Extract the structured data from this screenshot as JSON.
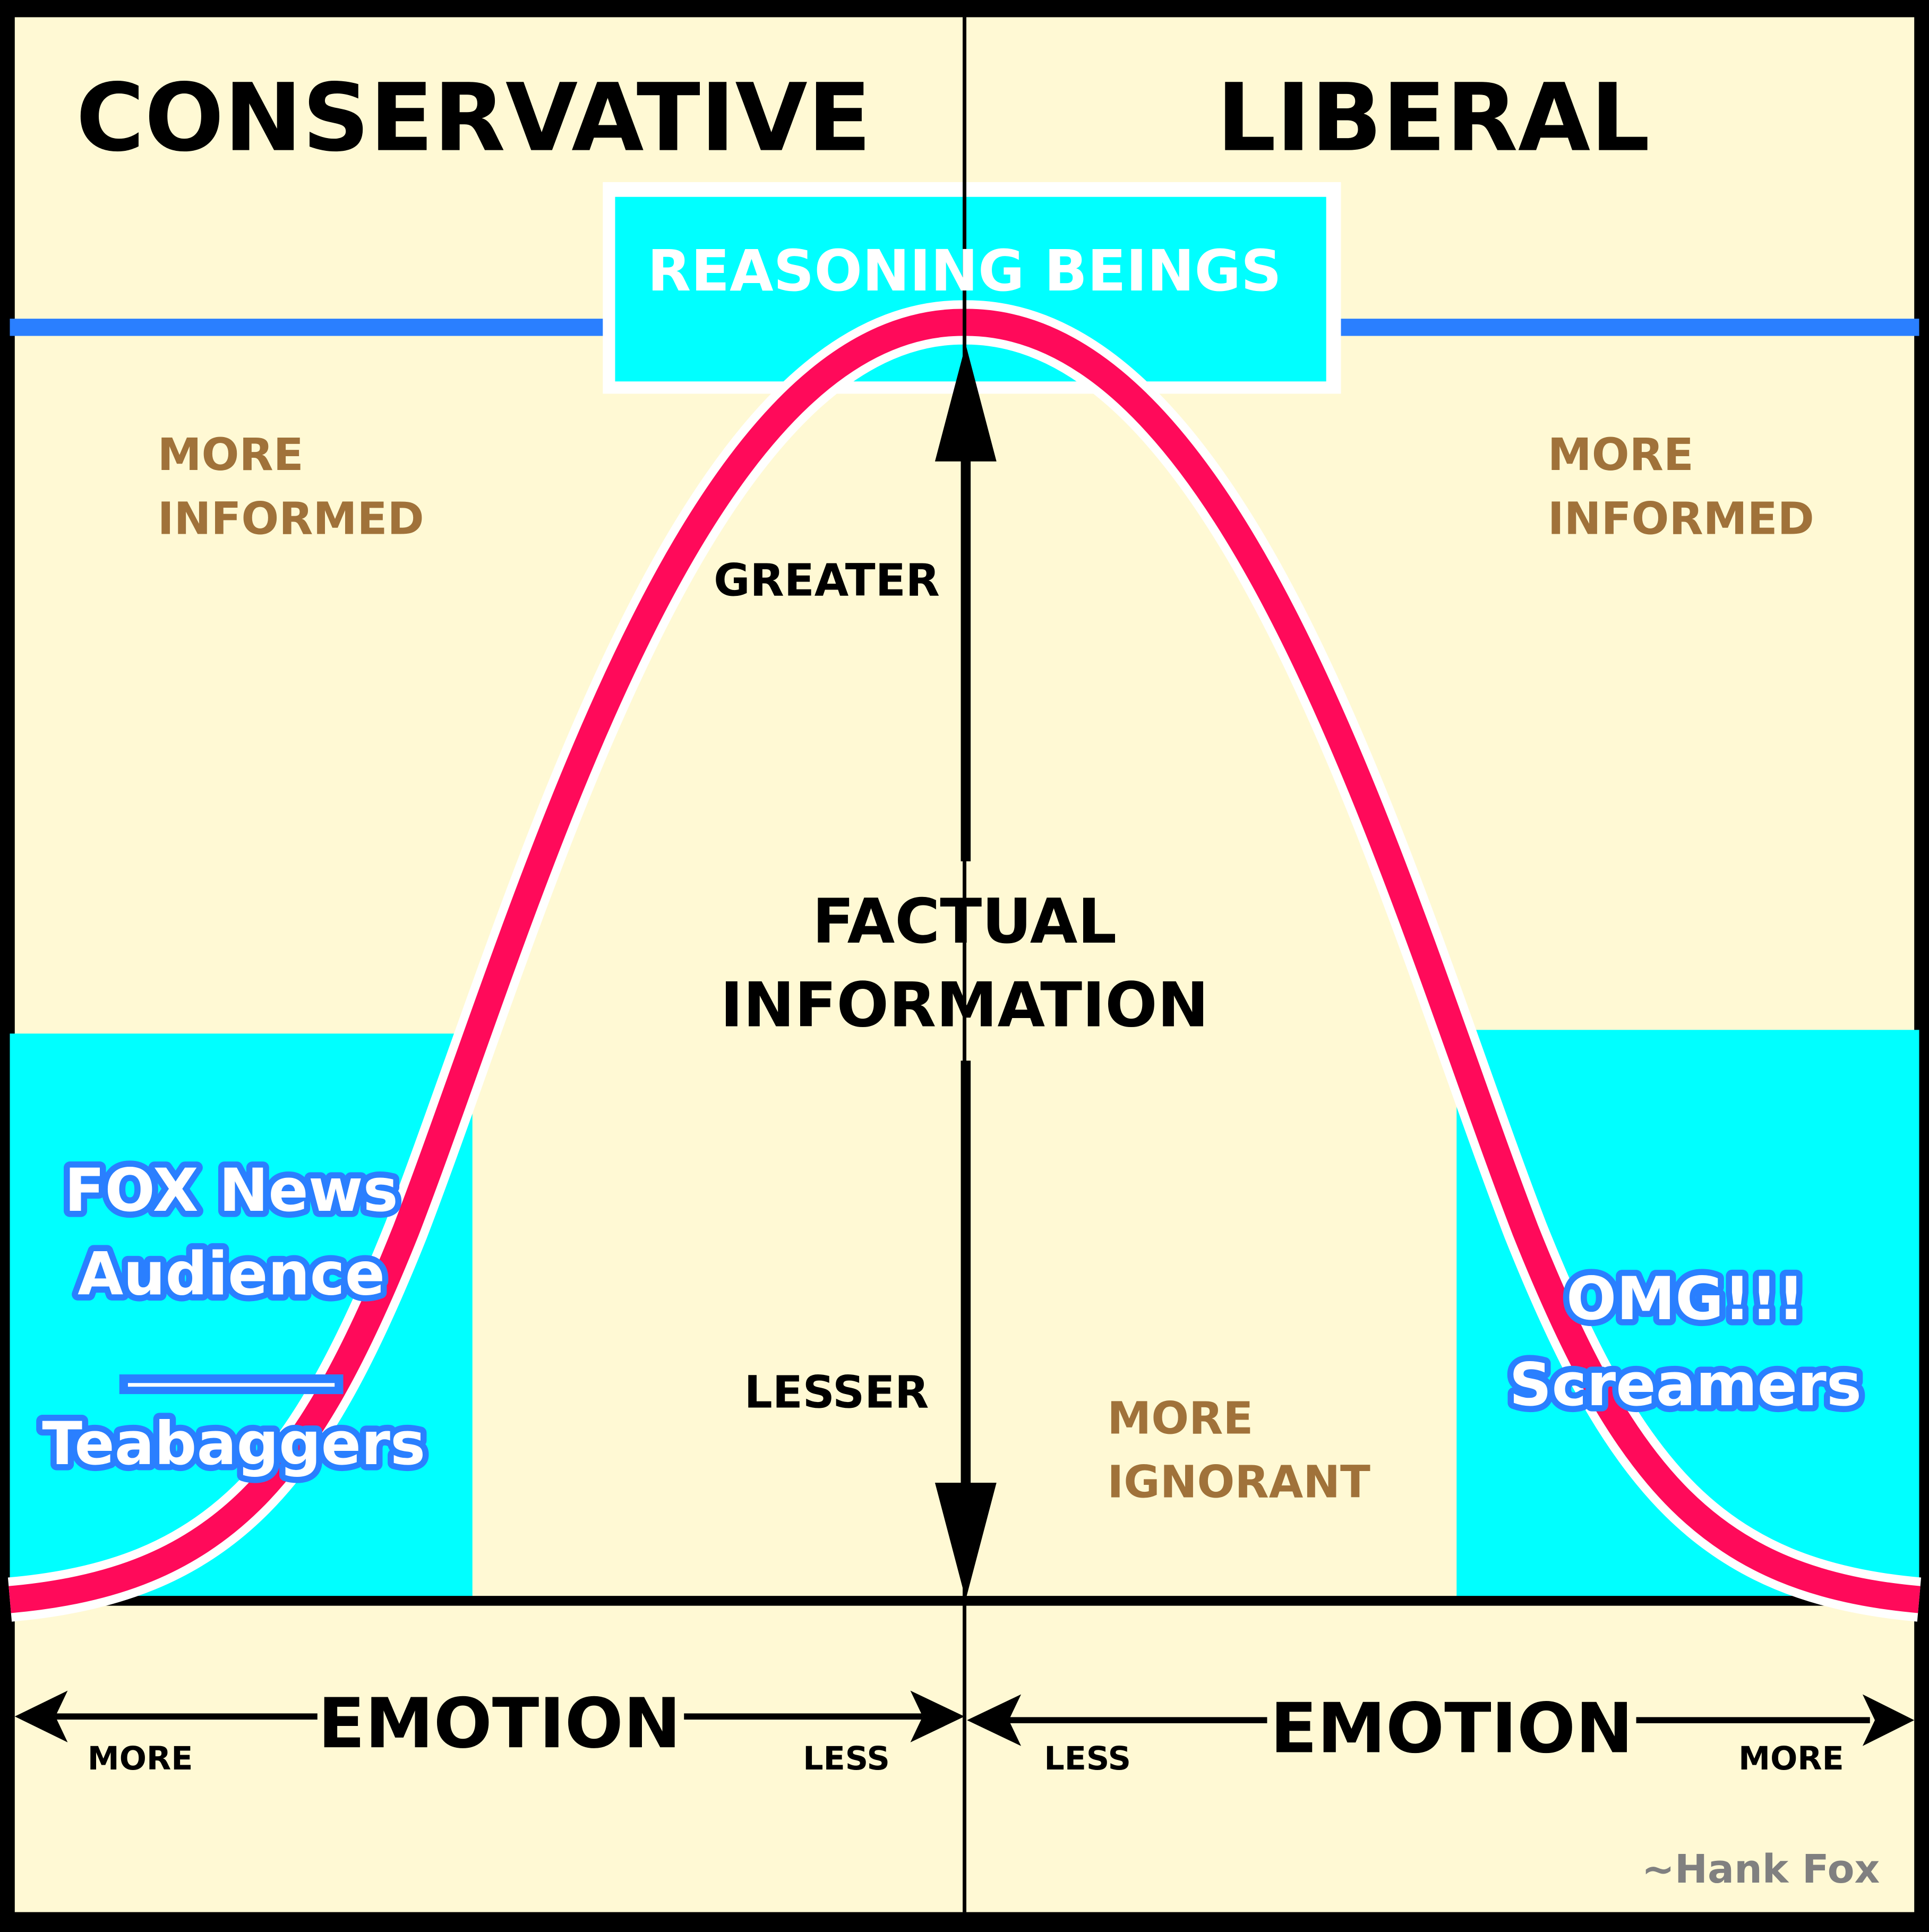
{
  "chart_data": {
    "type": "diagram",
    "title": "",
    "curve": "bell curve (normal distribution) peaking at center",
    "axes": {
      "horizontal": {
        "label_left": "EMOTION",
        "label_right": "EMOTION",
        "left_ends": [
          "MORE",
          "LESS"
        ],
        "right_ends": [
          "LESS",
          "MORE"
        ]
      },
      "vertical": {
        "label": "FACTUAL INFORMATION",
        "top": "GREATER",
        "bottom": "LESSER"
      }
    }
  },
  "colors": {
    "background": "#fff9d4",
    "border": "#000000",
    "curve": "#ff0a5a",
    "curve_outline": "#ffffff",
    "highlight_box": "#00ffff",
    "threshold_line": "#2a7fff",
    "annotation_text": "#a0723a",
    "signature": "#808080"
  },
  "header": {
    "left": "CONSERVATIVE",
    "right": "LIBERAL"
  },
  "top_box": {
    "label": "REASONING BEINGS"
  },
  "annotations": {
    "left_top": [
      "MORE",
      "INFORMED"
    ],
    "right_top": [
      "MORE",
      "INFORMED"
    ],
    "center_bottom": [
      "MORE",
      "IGNORANT"
    ]
  },
  "vertical_axis": {
    "greater": "GREATER",
    "label_line1": "FACTUAL",
    "label_line2": "INFORMATION",
    "lesser": "LESSER"
  },
  "left_box": {
    "line1": "FOX News",
    "line2": "Audience",
    "line3": "Teabaggers"
  },
  "right_box": {
    "line1": "OMG!!!",
    "line2": "Screamers"
  },
  "emotion_axis": {
    "left": {
      "label": "EMOTION",
      "start": "MORE",
      "end": "LESS"
    },
    "right": {
      "label": "EMOTION",
      "start": "LESS",
      "end": "MORE"
    }
  },
  "signature": "~Hank Fox"
}
